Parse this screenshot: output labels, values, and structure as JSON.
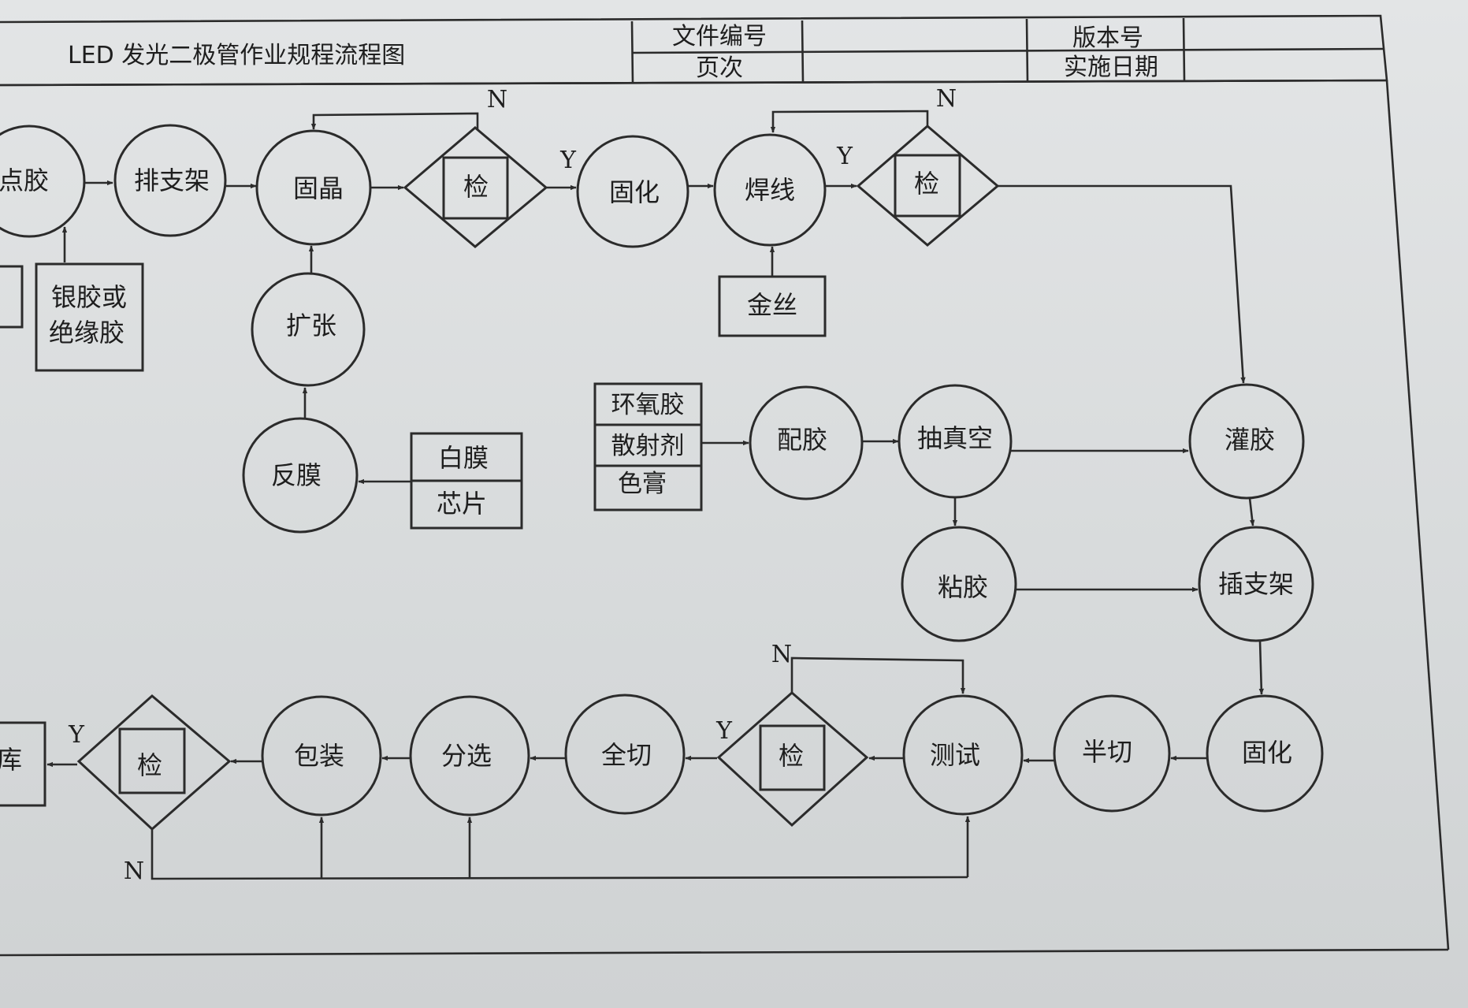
{
  "header": {
    "title": "LED 发光二极管作业规程流程图",
    "doc_no_label": "文件编号",
    "page_label": "页次",
    "version_label": "版本号",
    "date_label": "实施日期"
  },
  "nodes": {
    "dispense": "点胶",
    "frame_arrange": "排支架",
    "die_bond": "固晶",
    "check1": "检",
    "cure1": "固化",
    "wire_bond": "焊线",
    "check2": "检",
    "gold_wire": "金丝",
    "silver_glue": "银胶或",
    "insulating_glue": "绝缘胶",
    "expand": "扩张",
    "reverse_film": "反膜",
    "white_film": "白膜",
    "chip": "芯片",
    "epoxy": "环氧胶",
    "diffuser": "散射剂",
    "color_paste": "色膏",
    "mix_glue": "配胶",
    "vacuum": "抽真空",
    "potting": "灌胶",
    "stick_glue": "粘胶",
    "insert_frame": "插支架",
    "cure2": "固化",
    "half_cut": "半切",
    "test": "测试",
    "check3": "检",
    "full_cut": "全切",
    "sort": "分选",
    "pack": "包装",
    "check4": "检",
    "store": "库"
  },
  "flags": {
    "yes": "Y",
    "no": "N"
  }
}
